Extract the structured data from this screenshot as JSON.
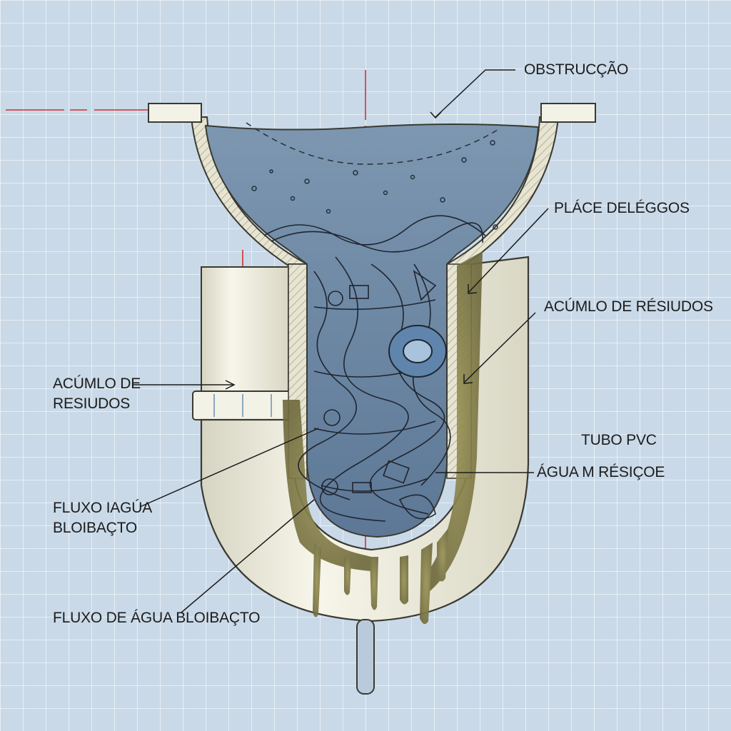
{
  "labels": {
    "obstruction": "OBSTRUCÇÃO",
    "grease_plate": "PLÁCE DELÉGGOS",
    "residue_right": "ACÚMLO DE RÉSIUDOS",
    "residue_left_line1": "ACÚMLO DE",
    "residue_left_line2": "RESIUDOS",
    "pipe_material": "TUBO PVC",
    "residue_water": "ÁGUA M RÉSIÇOE",
    "flow_short_line1": "FLUXO IAGÚA",
    "flow_short_line2": "BLOIBAÇTO",
    "flow_long": "FLUXO DE ÁGUA BLOIBAÇTO"
  },
  "colors": {
    "background": "#c9d9e8",
    "grid": "#ffffff",
    "pipe": "#efeedd",
    "water": "#6a87a4",
    "grime": "#86804a",
    "guide_line": "#d0312d"
  }
}
